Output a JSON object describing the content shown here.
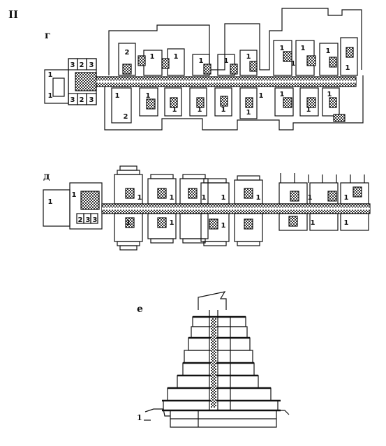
{
  "section_label": "II",
  "plans": [
    {
      "label": "г",
      "room_numbers": [
        "3",
        "2",
        "3",
        "3",
        "2",
        "3",
        "1",
        "1",
        "2",
        "1",
        "1",
        "1",
        "1",
        "1",
        "1",
        "1",
        "1",
        "2",
        "1",
        "1",
        "1",
        "1",
        "1",
        "1",
        "1",
        "1",
        "1",
        "1",
        "1",
        "1"
      ]
    },
    {
      "label": "д",
      "room_numbers": [
        "1",
        "2",
        "1",
        "1",
        "1",
        "1",
        "1",
        "1",
        "3",
        "3",
        "1",
        "1",
        "1",
        "1",
        "1",
        "1",
        "1"
      ]
    }
  ],
  "section": {
    "label": "е",
    "ground_mark": "1"
  },
  "colors": {
    "ink": "#111111",
    "paper": "#ffffff",
    "hatch": "#555555"
  }
}
